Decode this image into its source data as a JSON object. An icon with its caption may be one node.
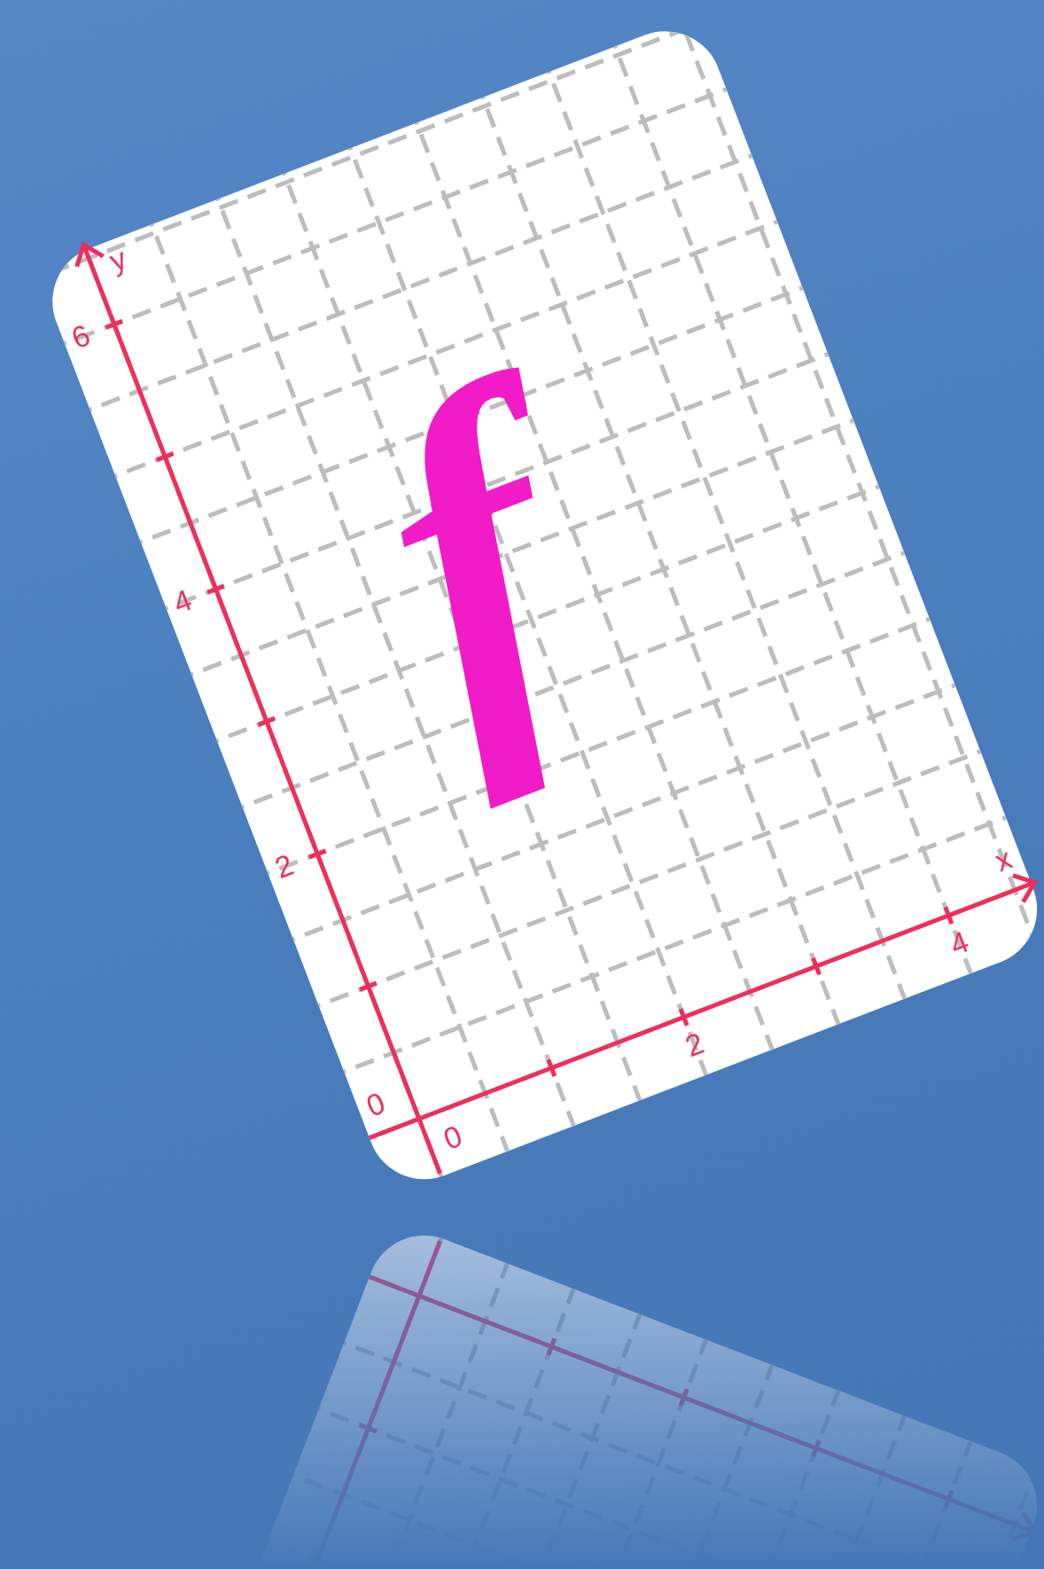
{
  "diagram": {
    "labels": [
      "f",
      "y",
      "6",
      "4",
      "2",
      "0",
      "0",
      "2",
      "4",
      "x"
    ]
  }
}
